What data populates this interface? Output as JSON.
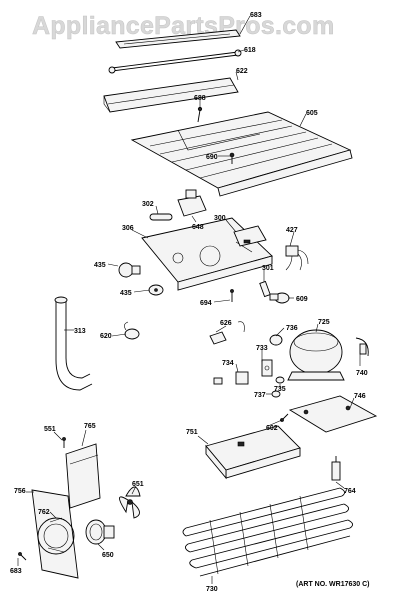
{
  "watermark": "AppliancePartsPros.com",
  "art_number": "(ART NO. WR17630 C)",
  "labels": {
    "683_top": "683",
    "618": "618",
    "622": "622",
    "688": "688",
    "605": "605",
    "690": "690",
    "302": "302",
    "648": "648",
    "306": "306",
    "300": "300",
    "427": "427",
    "435_a": "435",
    "435_b": "435",
    "301": "301",
    "694": "694",
    "609": "609",
    "313": "313",
    "620": "620",
    "626": "626",
    "736": "736",
    "725": "725",
    "733": "733",
    "734": "734",
    "735": "735",
    "737": "737",
    "740": "740",
    "746": "746",
    "551": "551",
    "765": "765",
    "751": "751",
    "602": "602",
    "764": "764",
    "651": "651",
    "756": "756",
    "762": "762",
    "650": "650",
    "683_bottom": "683",
    "730": "730"
  }
}
